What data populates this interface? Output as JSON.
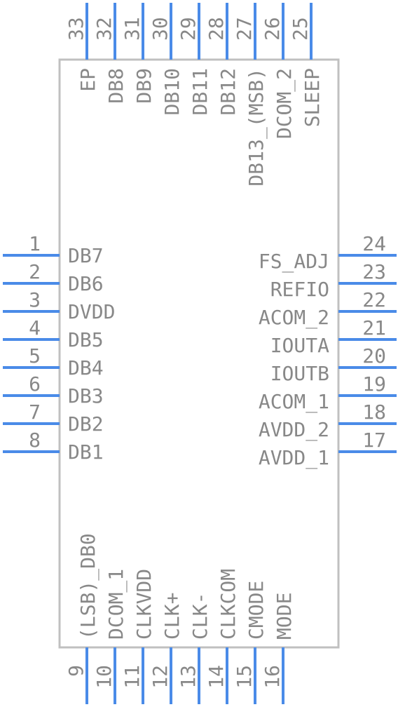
{
  "colors": {
    "pin": "#4a8be8",
    "body_outline": "#c0c0c0",
    "text": "#888888",
    "background": "#ffffff"
  },
  "component": {
    "pins": [
      {
        "number": "1",
        "label": "DB7"
      },
      {
        "number": "2",
        "label": "DB6"
      },
      {
        "number": "3",
        "label": "DVDD"
      },
      {
        "number": "4",
        "label": "DB5"
      },
      {
        "number": "5",
        "label": "DB4"
      },
      {
        "number": "6",
        "label": "DB3"
      },
      {
        "number": "7",
        "label": "DB2"
      },
      {
        "number": "8",
        "label": "DB1"
      },
      {
        "number": "9",
        "label": "(LSB)_DB0"
      },
      {
        "number": "10",
        "label": "DCOM_1"
      },
      {
        "number": "11",
        "label": "CLKVDD"
      },
      {
        "number": "12",
        "label": "CLK+"
      },
      {
        "number": "13",
        "label": "CLK-"
      },
      {
        "number": "14",
        "label": "CLKCOM"
      },
      {
        "number": "15",
        "label": "CMODE"
      },
      {
        "number": "16",
        "label": "MODE"
      },
      {
        "number": "17",
        "label": "AVDD_1"
      },
      {
        "number": "18",
        "label": "AVDD_2"
      },
      {
        "number": "19",
        "label": "ACOM_1"
      },
      {
        "number": "20",
        "label": "IOUTB"
      },
      {
        "number": "21",
        "label": "IOUTA"
      },
      {
        "number": "22",
        "label": "ACOM_2"
      },
      {
        "number": "23",
        "label": "REFIO"
      },
      {
        "number": "24",
        "label": "FS_ADJ"
      },
      {
        "number": "25",
        "label": "SLEEP"
      },
      {
        "number": "26",
        "label": "DCOM_2"
      },
      {
        "number": "27",
        "label": "DB13_(MSB)"
      },
      {
        "number": "28",
        "label": "DB12"
      },
      {
        "number": "29",
        "label": "DB11"
      },
      {
        "number": "30",
        "label": "DB10"
      },
      {
        "number": "31",
        "label": "DB9"
      },
      {
        "number": "32",
        "label": "DB8"
      },
      {
        "number": "33",
        "label": "EP"
      }
    ]
  }
}
